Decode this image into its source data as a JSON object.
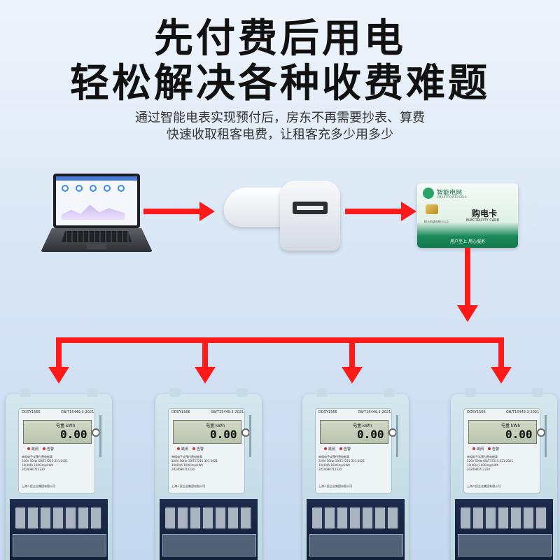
{
  "header": {
    "title_line1": "先付费后用电",
    "title_line2": "轻松解决各种收费难题",
    "subtitle_line1": "通过智能电表实现预付后，房东不再需要抄表、算费",
    "subtitle_line2": "快速收取租客电费，让租客充多少用多少"
  },
  "card": {
    "brand": "智能电网",
    "brand_en": "SMARTPOWERGRID",
    "name": "购电卡",
    "name_en": "ELECTRICITY CARD",
    "note": "插卡前请先刷卡以上",
    "footer": "用户至上  用心服务"
  },
  "meter": {
    "model": "DDSY1566",
    "standard": "GB/T15449.3-2021",
    "lcd_label": "电量 kWh",
    "reading": "0.00",
    "led_left": "跳闸",
    "led_right": "告警",
    "nameplate_title": "单相电子式预付费电能表",
    "rating": "220V  50Hz   GB/T17215.321-2021",
    "current": "10(40)A        1600imp/kWh",
    "serial": "2024080712220",
    "maker": "上海人民企业集团有限公司"
  },
  "colors": {
    "arrow": "#ff1a1a",
    "background_top": "#eef4fb",
    "background_bottom": "#c5d8ef",
    "card_green": "#1b8a5a"
  }
}
